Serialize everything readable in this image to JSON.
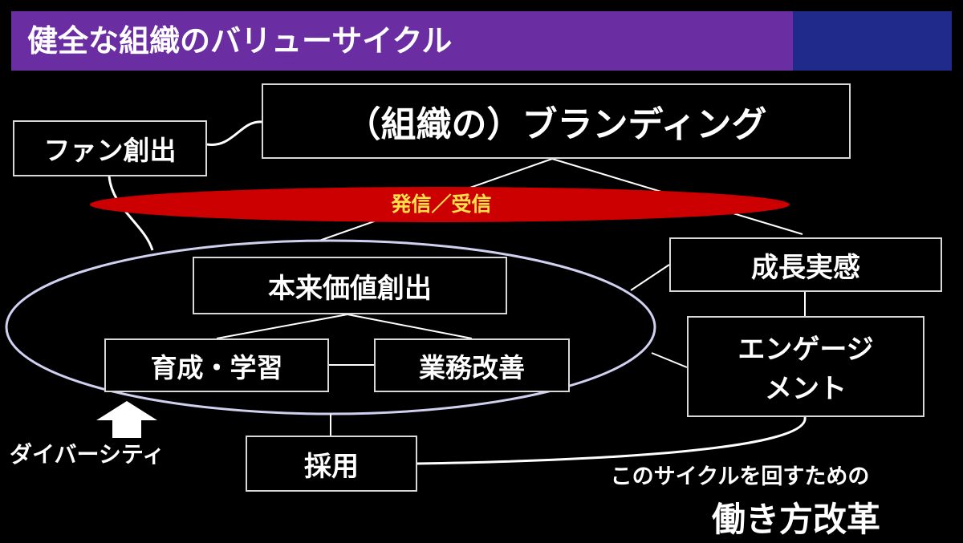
{
  "title": "健全な組織のバリューサイクル",
  "colors": {
    "title_bar": "#6a2ea2",
    "title_accent": "#202a8a",
    "ribbon": "#cc0000",
    "ribbon_text": "#ffe14a",
    "cycle_ellipse": "#d0d0f0",
    "lines": "#ffffff",
    "background": "#000000"
  },
  "nodes": {
    "branding": "（組織の）ブランディング",
    "fan_creation": "ファン創出",
    "ribbon": "発信／受信",
    "value_creation": "本来価値創出",
    "growth": "成長実感",
    "engagement_line1": "エンゲージ",
    "engagement_line2": "メント",
    "training": "育成・学習",
    "improvement": "業務改善",
    "hiring": "採用"
  },
  "diversity": {
    "icon": "up-arrow-icon",
    "label": "ダイバーシティ"
  },
  "note": {
    "line1": "このサイクルを回すための",
    "line2": "働き方改革"
  }
}
